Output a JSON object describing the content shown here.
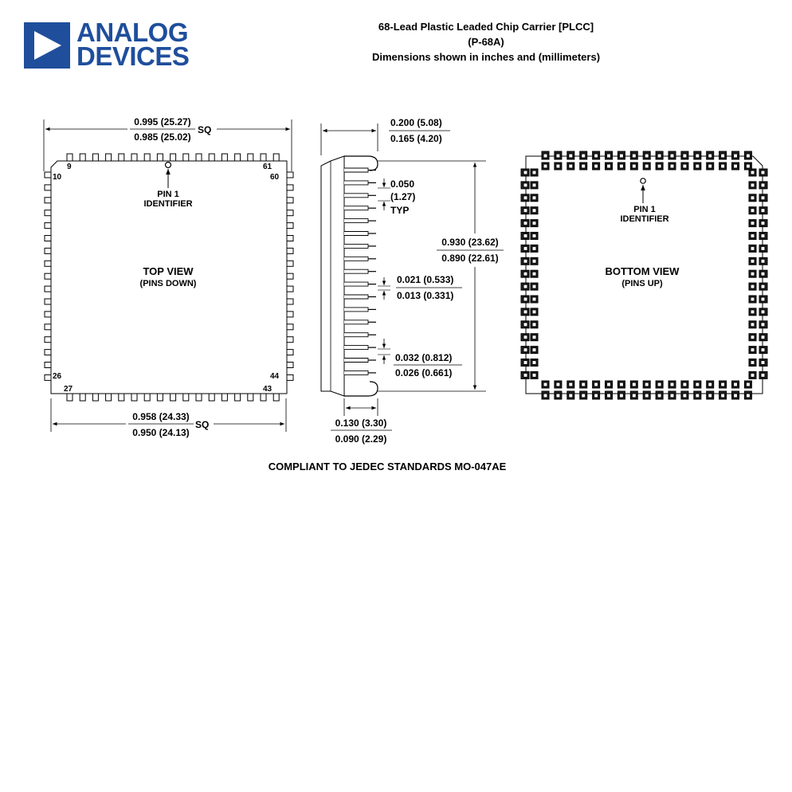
{
  "brand": {
    "line1": "ANALOG",
    "line2": "DEVICES",
    "color": "#1f4e9c"
  },
  "header": {
    "title": "68-Lead Plastic Leaded Chip Carrier [PLCC]",
    "code": "(P-68A)",
    "units": "Dimensions shown in inches and (millimeters)"
  },
  "top_view": {
    "title": "TOP VIEW",
    "subtitle": "(PINS DOWN)",
    "pin1_line1": "PIN 1",
    "pin1_line2": "IDENTIFIER",
    "pins": {
      "p9": "9",
      "p10": "10",
      "p26": "26",
      "p27": "27",
      "p43": "43",
      "p44": "44",
      "p60": "60",
      "p61": "61"
    },
    "dim_outer_max": "0.995 (25.27)",
    "dim_outer_min": "0.985 (25.02)",
    "dim_body_max": "0.958 (24.33)",
    "dim_body_min": "0.950 (24.13)",
    "sq": "SQ"
  },
  "side_view": {
    "height_max": "0.200 (5.08)",
    "height_min": "0.165 (4.20)",
    "pitch_1": "0.050",
    "pitch_2": "(1.27)",
    "pitch_3": "TYP",
    "span_max": "0.930 (23.62)",
    "span_min": "0.890 (22.61)",
    "lead_w_max": "0.021 (0.533)",
    "lead_w_min": "0.013 (0.331)",
    "lead_w2_max": "0.032 (0.812)",
    "lead_w2_min": "0.026 (0.661)",
    "standoff_max": "0.130 (3.30)",
    "standoff_min": "0.090 (2.29)"
  },
  "bottom_view": {
    "title": "BOTTOM VIEW",
    "subtitle": "(PINS UP)",
    "pin1_line1": "PIN 1",
    "pin1_line2": "IDENTIFIER"
  },
  "footer": "COMPLIANT TO JEDEC STANDARDS MO-047AE"
}
